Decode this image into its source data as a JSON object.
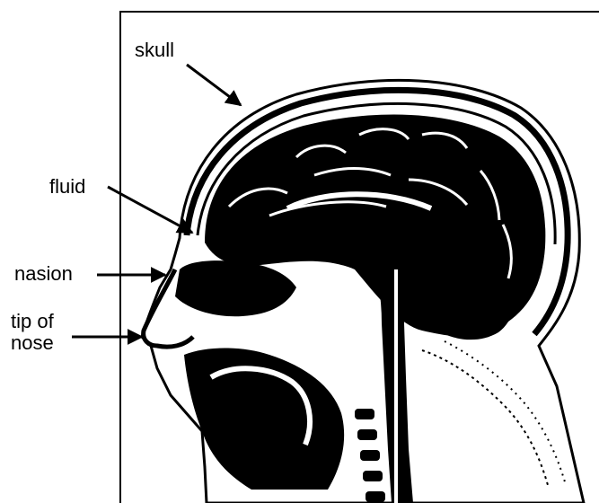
{
  "labels": {
    "skull": "skull",
    "fluid": "fluid",
    "nasion": "nasion",
    "tip_line1": "tip of",
    "tip_line2": "nose"
  },
  "colors": {
    "ink": "#000000",
    "paper": "#ffffff"
  }
}
